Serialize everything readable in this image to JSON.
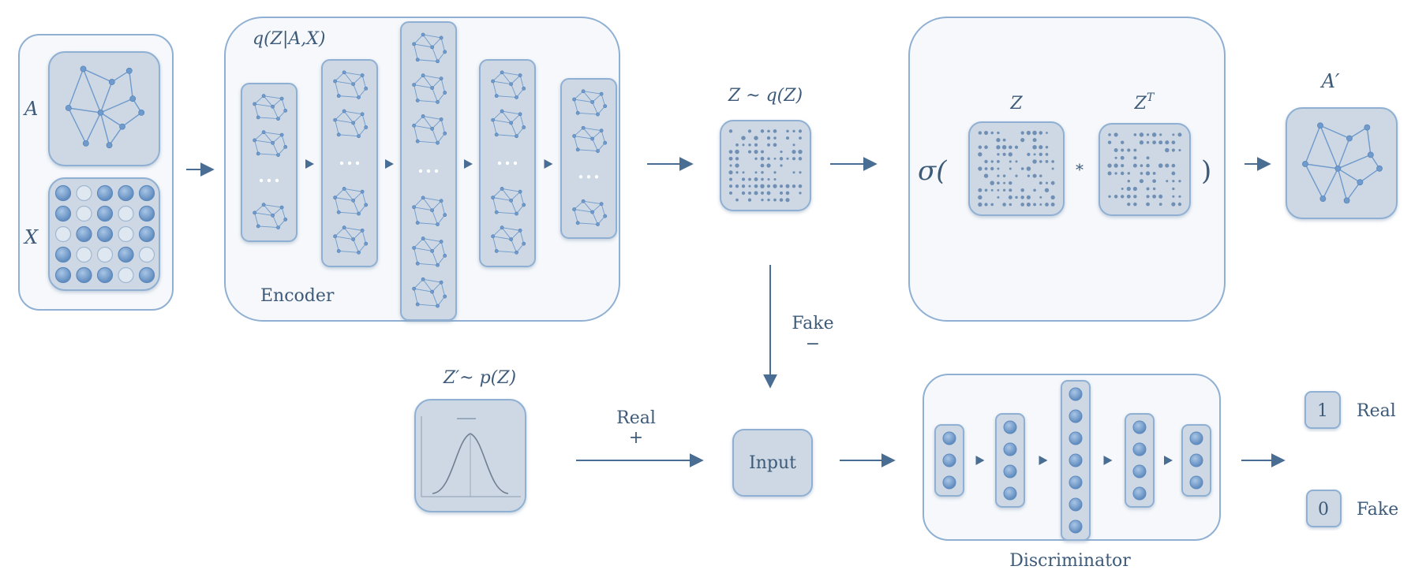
{
  "input_labels": {
    "adjacency": "A",
    "features": "X"
  },
  "encoder": {
    "distribution": "q(Z|A,X)",
    "label": "Encoder",
    "ellipsis": "···"
  },
  "latent": {
    "label": "Z ~ q(Z)"
  },
  "decoder": {
    "sigma": "σ(",
    "close_paren": ")",
    "z_label": "Z",
    "zt_base": "Z",
    "zt_sup": "T",
    "times": "*"
  },
  "reconstruction": {
    "label": "A′"
  },
  "prior": {
    "label": "Z′~ p(Z)"
  },
  "fake_edge": {
    "label": "Fake",
    "sign": "−"
  },
  "real_edge": {
    "label": "Real",
    "sign": "+"
  },
  "input_node": {
    "label": "Input"
  },
  "discriminator": {
    "label": "Discriminator",
    "layer_nodes": [
      3,
      4,
      7,
      4,
      3
    ]
  },
  "outputs": [
    {
      "value": "1",
      "label": "Real"
    },
    {
      "value": "0",
      "label": "Fake"
    }
  ],
  "colors": {
    "stroke": "#8fb0d3",
    "panel_fill": "#f6f8fb",
    "tile_fill": "#cdd8e4",
    "node": "#6f9acb",
    "arrow": "#4a6d94",
    "text": "#3d5a78"
  }
}
